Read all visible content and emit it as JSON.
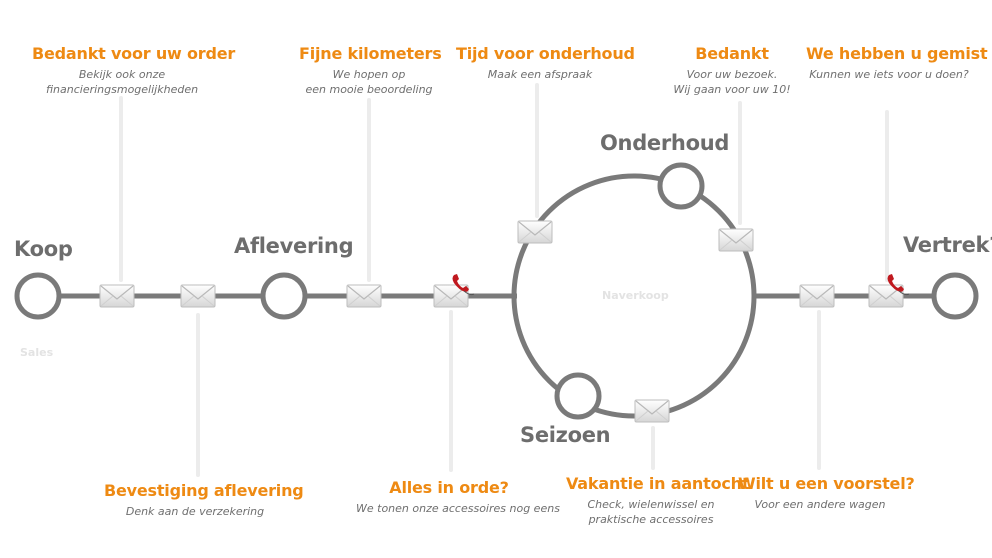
{
  "colors": {
    "accent": "#EE8A13",
    "line": "#7a7a7a",
    "connector": "#ececec",
    "subtitle": "#6f6f6f",
    "phone": "#c0191f"
  },
  "stages": {
    "koop": "Koop",
    "aflevering": "Aflevering",
    "onderhoud": "Onderhoud",
    "seizoen": "Seizoen",
    "vertrek": "Vertrek?"
  },
  "zones": {
    "sales": "Sales",
    "naverkoop": "Naverkoop"
  },
  "callouts": {
    "bedankt_order": {
      "title": "Bedankt voor uw order",
      "line1": "Bekijk ook onze",
      "line2": "financieringsmogelijkheden"
    },
    "fijne_kilometers": {
      "title": "Fijne kilometers",
      "line1": "We hopen op",
      "line2": "een mooie beoordeling"
    },
    "tijd_onderhoud": {
      "title": "Tijd voor onderhoud",
      "line1": "Maak een afspraak"
    },
    "bedankt": {
      "title": "Bedankt",
      "line1": "Voor uw bezoek.",
      "line2": "Wij gaan voor uw 10!"
    },
    "gemist": {
      "title": "We hebben u gemist",
      "line1": "Kunnen we iets voor u doen?"
    },
    "bevestiging": {
      "title": "Bevestiging aflevering",
      "line1": "Denk aan de verzekering"
    },
    "alles_in_orde": {
      "title": "Alles in orde?",
      "line1": "We tonen onze accessoires nog eens"
    },
    "vakantie": {
      "title": "Vakantie in aantocht",
      "line1": "Check, wielenwissel en",
      "line2": "praktische accessoires"
    },
    "voorstel": {
      "title": "Wilt u een voorstel?",
      "line1": "Voor een andere wagen"
    }
  },
  "icons": {
    "mail": "envelope-icon",
    "phone": "phone-icon",
    "node": "circle-node-icon"
  }
}
